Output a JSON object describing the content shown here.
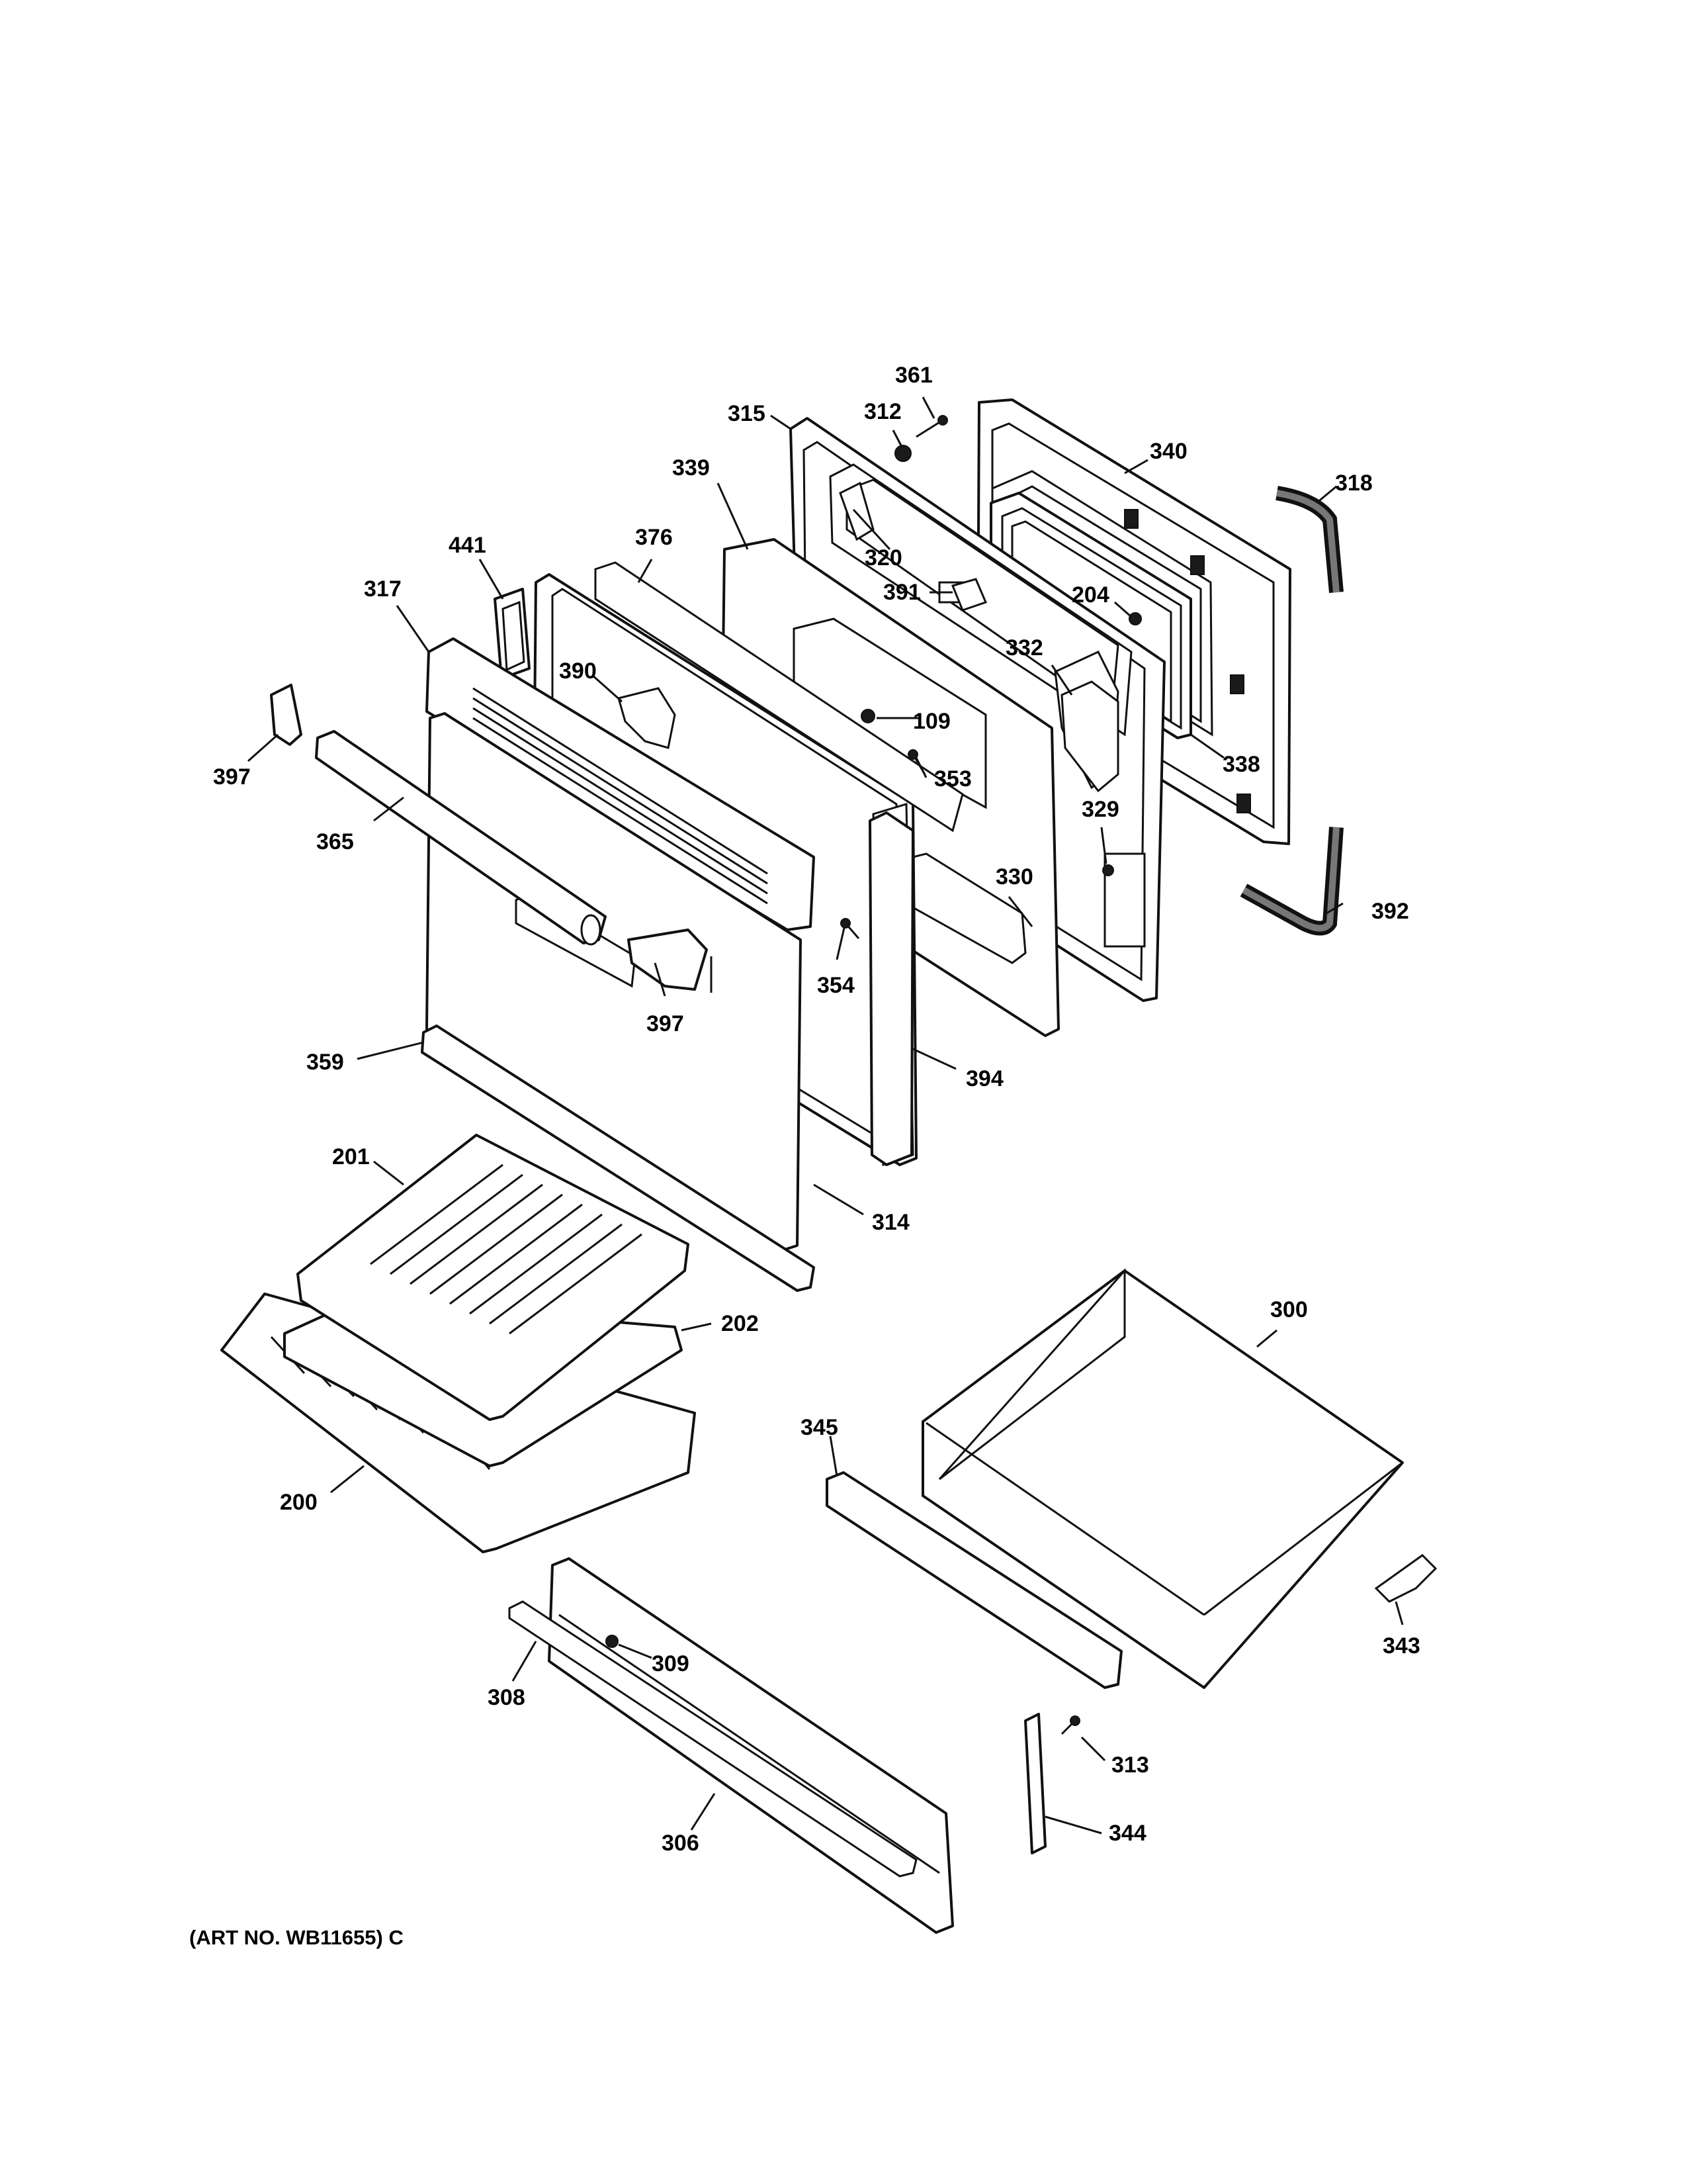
{
  "callouts": [
    {
      "id": "361",
      "text": "361"
    },
    {
      "id": "315",
      "text": "315"
    },
    {
      "id": "312",
      "text": "312"
    },
    {
      "id": "340",
      "text": "340"
    },
    {
      "id": "339",
      "text": "339"
    },
    {
      "id": "318",
      "text": "318"
    },
    {
      "id": "441",
      "text": "441"
    },
    {
      "id": "376",
      "text": "376"
    },
    {
      "id": "320",
      "text": "320"
    },
    {
      "id": "317",
      "text": "317"
    },
    {
      "id": "391",
      "text": "391"
    },
    {
      "id": "204",
      "text": "204"
    },
    {
      "id": "390",
      "text": "390"
    },
    {
      "id": "332",
      "text": "332"
    },
    {
      "id": "109",
      "text": "109"
    },
    {
      "id": "397a",
      "text": "397"
    },
    {
      "id": "353",
      "text": "353"
    },
    {
      "id": "338",
      "text": "338"
    },
    {
      "id": "365",
      "text": "365"
    },
    {
      "id": "329",
      "text": "329"
    },
    {
      "id": "330",
      "text": "330"
    },
    {
      "id": "392",
      "text": "392"
    },
    {
      "id": "354",
      "text": "354"
    },
    {
      "id": "397b",
      "text": "397"
    },
    {
      "id": "359",
      "text": "359"
    },
    {
      "id": "394",
      "text": "394"
    },
    {
      "id": "201",
      "text": "201"
    },
    {
      "id": "314",
      "text": "314"
    },
    {
      "id": "300",
      "text": "300"
    },
    {
      "id": "202",
      "text": "202"
    },
    {
      "id": "345",
      "text": "345"
    },
    {
      "id": "200",
      "text": "200"
    },
    {
      "id": "343",
      "text": "343"
    },
    {
      "id": "309",
      "text": "309"
    },
    {
      "id": "308",
      "text": "308"
    },
    {
      "id": "313",
      "text": "313"
    },
    {
      "id": "306",
      "text": "306"
    },
    {
      "id": "344",
      "text": "344"
    }
  ],
  "art_number": "(ART NO. WB11655) C"
}
